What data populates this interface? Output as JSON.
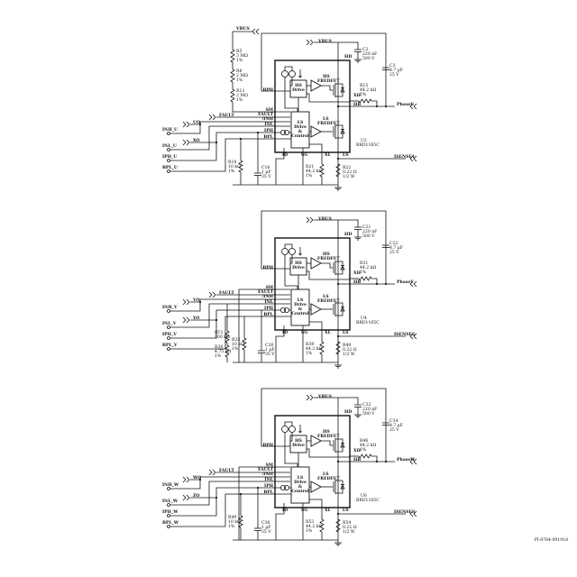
{
  "figure_id": "PI-8784-091918",
  "pins": {
    "sm": "SM",
    "fault": "FAULT",
    "inh": "/INH",
    "inl": "INL",
    "iph": "IPH",
    "bpl": "BPL",
    "bph": "BPH",
    "hd": "HD",
    "xh": "XH",
    "hb": "HB",
    "id": "ID",
    "sg": "SG",
    "xl": "XL",
    "ls": "LS"
  },
  "blocks": {
    "hs_drive": [
      "HS",
      "Drive"
    ],
    "ls_drive": [
      "LS",
      "Drive",
      "&",
      "Control"
    ],
    "hs_fet": [
      "HS",
      "FREDFET"
    ],
    "ls_fet": [
      "LS",
      "FREDFET"
    ]
  },
  "stages": [
    {
      "vbus_top": "VBUS",
      "vbus": "VBUS",
      "fault": "FAULT",
      "inputs": [
        "INH_U",
        "INL_U",
        "IPH_U",
        "BPL_U"
      ],
      "out_hi": "UO",
      "out_lo": "XO",
      "phase": "PhaseU",
      "isense": "ISENSE1",
      "ic_ref": "U2",
      "ic_part": "BRD1165C",
      "divider": [
        {
          "ref": "R5",
          "val": "3 MΩ",
          "tol": "1%"
        },
        {
          "ref": "R8",
          "val": "2 MΩ",
          "tol": "1%"
        },
        {
          "ref": "R13",
          "val": "2 MΩ",
          "tol": "1%"
        }
      ],
      "c_hd": {
        "ref": "C2",
        "val": "220 nF",
        "tol": "500 V"
      },
      "c_phase": {
        "ref": "C3",
        "val": "4.7 µF",
        "tol": "25 V"
      },
      "r_xh": {
        "ref": "R15",
        "val": "44.2 kΩ",
        "tol": "1%"
      },
      "r_xl": {
        "ref": "R21",
        "val": "44.2 kΩ",
        "tol": "1%"
      },
      "r_sense": {
        "ref": "R22",
        "val": "0.22 Ω",
        "tol": "1/2 W"
      },
      "left_parts": [
        {
          "kind": "r",
          "ref": "R18",
          "val": "10 kΩ",
          "tol": "1%"
        },
        {
          "kind": "c",
          "ref": "C16",
          "val": "1 µF",
          "tol": "35 V"
        }
      ]
    },
    {
      "vbus": "VBUS",
      "fault": "FAULT",
      "inputs": [
        "INH_V",
        "INL_V",
        "IPH_V",
        "BPL_V"
      ],
      "out_hi": "VO",
      "out_lo": "YO",
      "phase": "PhaseV",
      "isense": "ISENSE2",
      "ic_ref": "U4",
      "ic_part": "BRD1165C",
      "c_hd": {
        "ref": "C21",
        "val": "220 nF",
        "tol": "500 V"
      },
      "c_phase": {
        "ref": "C22",
        "val": "4.7 µF",
        "tol": "25 V"
      },
      "r_xh": {
        "ref": "R31",
        "val": "44.2 kΩ",
        "tol": "1%"
      },
      "r_xl": {
        "ref": "R39",
        "val": "44.2 kΩ",
        "tol": "1%"
      },
      "r_sense": {
        "ref": "R40",
        "val": "0.22 Ω",
        "tol": "1/2 W"
      },
      "left_parts": [
        {
          "kind": "r",
          "ref": "RT2",
          "val": "100 kΩ",
          "tol": ""
        },
        {
          "kind": "r",
          "ref": "R36",
          "val": "4.75 kΩ",
          "tol": "1%"
        },
        {
          "kind": "r",
          "ref": "R33",
          "val": "10 kΩ",
          "tol": "1%"
        },
        {
          "kind": "c",
          "ref": "C26",
          "val": "1 µF",
          "tol": "35 V"
        }
      ]
    },
    {
      "vbus": "VBUS",
      "fault": "FAULT",
      "inputs": [
        "INH_W",
        "INL_W",
        "IPH_W",
        "BPL_W"
      ],
      "out_hi": "WO",
      "out_lo": "ZO",
      "phase": "PhaseW",
      "isense": "ISENSE3",
      "ic_ref": "U6",
      "ic_part": "BRD1165C",
      "c_hd": {
        "ref": "C32",
        "val": "220 nF",
        "tol": "500 V"
      },
      "c_phase": {
        "ref": "C34",
        "val": "4.7 µF",
        "tol": "25 V"
      },
      "r_xh": {
        "ref": "R46",
        "val": "44.2 kΩ",
        "tol": "1%"
      },
      "r_xl": {
        "ref": "R53",
        "val": "44.2 kΩ",
        "tol": "1%"
      },
      "r_sense": {
        "ref": "R54",
        "val": "0.22 Ω",
        "tol": "1/2 W"
      },
      "left_parts": [
        {
          "kind": "r",
          "ref": "R49",
          "val": "10 kΩ",
          "tol": "1%"
        },
        {
          "kind": "c",
          "ref": "C36",
          "val": "1 µF",
          "tol": "35 V"
        }
      ]
    }
  ]
}
